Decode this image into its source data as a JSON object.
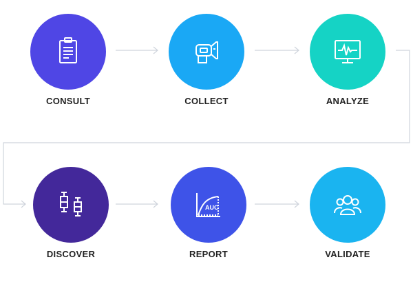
{
  "steps": [
    {
      "label": "CONSULT",
      "icon": "clipboard-icon",
      "color": "#4f46e5"
    },
    {
      "label": "COLLECT",
      "icon": "breath-collector-icon",
      "color": "#1aa8f5"
    },
    {
      "label": "ANALYZE",
      "icon": "monitor-ecg-icon",
      "color": "#15d3c5"
    },
    {
      "label": "DISCOVER",
      "icon": "box-plot-icon",
      "color": "#43289a"
    },
    {
      "label": "REPORT",
      "icon": "auc-curve-icon",
      "color": "#3e53e8"
    },
    {
      "label": "VALIDATE",
      "icon": "user-group-icon",
      "color": "#1ab4f0"
    }
  ],
  "auc_text": "AUC",
  "colors": {
    "connector": "#cfd4dc",
    "label": "#222222"
  }
}
